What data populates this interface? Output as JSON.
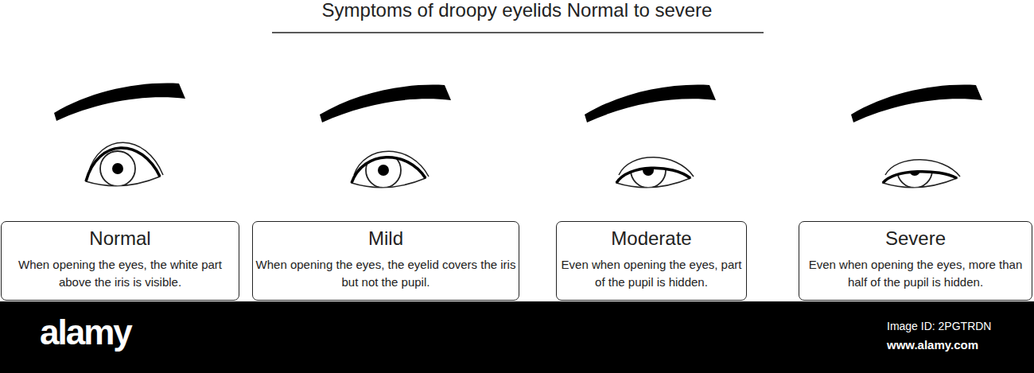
{
  "diagram": {
    "title": "Symptoms of droopy eyelids Normal to severe",
    "nodes": [
      {
        "text": [
          "Normal",
          "When opening the eyes, the white part above the iris is visible."
        ]
      },
      {
        "text": [
          "Mild",
          "When opening the eyes, the eyelid covers the iris but not the pupil."
        ]
      },
      {
        "text": [
          "Moderate",
          "Even when opening the eyes, part of the pupil is hidden."
        ]
      },
      {
        "text": [
          "Severe",
          "Even when opening the eyes, more than half of the pupil is hidden."
        ]
      }
    ],
    "labels": [
      "alamy",
      "Image ID: 2PGTRDN",
      "www.alamy.com"
    ]
  }
}
